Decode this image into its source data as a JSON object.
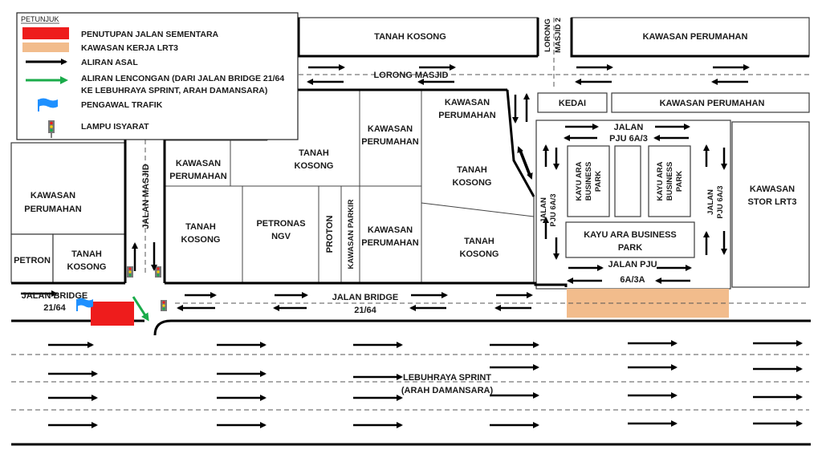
{
  "legend": {
    "title": "PETUNJUK",
    "items": {
      "closure": "PENUTUPAN JALAN SEMENTARA",
      "work_area": "KAWASAN KERJA LRT3",
      "original_flow": "ALIRAN ASAL",
      "detour_line1": "ALIRAN  LENCONGAN (DARI JALAN BRIDGE 21/64",
      "detour_line2": "KE LEBUHRAYA SPRINT, ARAH DAMANSARA)",
      "traffic_warden": "PENGAWAL TRAFIK",
      "traffic_light": "LAMPU ISYARAT"
    }
  },
  "colors": {
    "closure": "#ee1c1c",
    "work_area": "#f2bc8c",
    "detour": "#1aab4a",
    "warden": "#1e90ff",
    "flow": "#000000"
  },
  "areas": {
    "tanah_kosong_top": "TANAH KOSONG",
    "kawasan_perumahan_top_right": "KAWASAN PERUMAHAN",
    "kedai": "KEDAI",
    "kawasan_perumahan_mid_right": "KAWASAN PERUMAHAN",
    "kawasan_perumahan_left_1": "KAWASAN",
    "kawasan_perumahan_left_2": "PERUMAHAN",
    "petron": "PETRON",
    "tanah_kosong_left_1": "TANAH",
    "tanah_kosong_left_2": "KOSONG",
    "kp_small_1": "KAWASAN",
    "kp_small_2": "PERUMAHAN",
    "tk_a_1": "TANAH",
    "tk_a_2": "KOSONG",
    "tk_b_1": "TANAH",
    "tk_b_2": "KOSONG",
    "kp_c_1": "KAWASAN",
    "kp_c_2": "PERUMAHAN",
    "kp_d_1": "KAWASAN",
    "kp_d_2": "PERUMAHAN",
    "tk_e_1": "TANAH",
    "tk_e_2": "KOSONG",
    "kp_f_1": "KAWASAN",
    "kp_f_2": "PERUMAHAN",
    "tk_g_1": "TANAH",
    "tk_g_2": "KOSONG",
    "petronas_1": "PETRONAS",
    "petronas_2": "NGV",
    "proton": "PROTON",
    "kawasan_parkir": "KAWASAN PARKIR",
    "kayu_ara_bp_1_l1": "KAYU ARA",
    "kayu_ara_bp_1_l2": "BUSINESS",
    "kayu_ara_bp_1_l3": "PARK",
    "kayu_ara_bp_2_l1": "KAYU ARA",
    "kayu_ara_bp_2_l2": "BUSINESS",
    "kayu_ara_bp_2_l3": "PARK",
    "kayu_ara_bp_3_l1": "KAYU ARA BUSINESS",
    "kayu_ara_bp_3_l2": "PARK",
    "stor_lrt3_1": "KAWASAN",
    "stor_lrt3_2": "STOR LRT3"
  },
  "roads": {
    "lorong_masjid": "LORONG MASJID",
    "lorong_masjid_2_l1": "LORONG",
    "lorong_masjid_2_l2": "MASJID 2",
    "jalan_masjid": "JALAN MASJID",
    "jalan_bridge_left_1": "JALAN BRIDGE",
    "jalan_bridge_left_2": "21/64",
    "jalan_bridge_mid_1": "JALAN BRIDGE",
    "jalan_bridge_mid_2": "21/64",
    "jalan_pju_6a3_top_1": "JALAN",
    "jalan_pju_6a3_top_2": "PJU 6A/3",
    "jalan_pju_6a3_left_1": "JALAN",
    "jalan_pju_6a3_left_2": "PJU 6A/3",
    "jalan_pju_6a3_right_1": "JALAN",
    "jalan_pju_6a3_right_2": "PJU 6A/3",
    "jalan_pju_6a3a_1": "JALAN PJU",
    "jalan_pju_6a3a_2": "6A/3A",
    "sprint_1": "LEBUHRAYA SPRINT",
    "sprint_2": "(ARAH DAMANSARA)"
  }
}
